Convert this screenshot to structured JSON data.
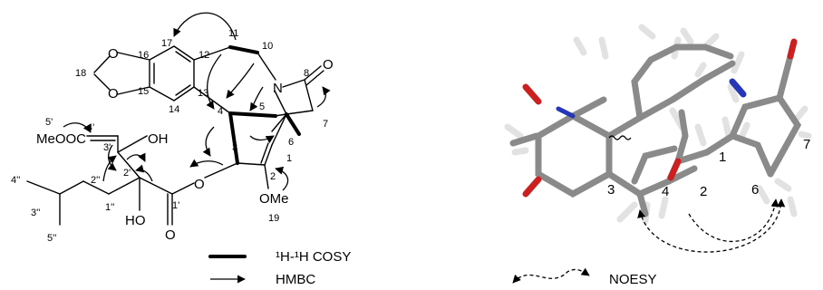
{
  "structure": {
    "atom_labels": {
      "n": "N",
      "o_carbonyl_8": "O",
      "o_dioxole_top": "O",
      "o_dioxole_bottom": "O",
      "oh_3prime": "OH",
      "ho_2prime": "HO",
      "o_ester": "O",
      "o_carbonyl_1prime": "O",
      "ome": "OMe",
      "meoocc": "MeOOC"
    },
    "numbers": {
      "n17": "17",
      "n11": "11",
      "n10": "10",
      "n8": "8",
      "n18": "18",
      "n16": "16",
      "n12": "12",
      "n15": "15",
      "n13": "13",
      "n14": "14",
      "n4": "4",
      "n5": "5",
      "n7": "7",
      "n6": "6",
      "n1": "1",
      "n3": "3",
      "n2": "2",
      "n19": "19",
      "n5p": "5'",
      "n4p": "4'",
      "n3p": "3'",
      "n2p": "2'",
      "n1p": "1'",
      "n4pp": "4''",
      "n3pp": "3''",
      "n2pp": "2''",
      "n1pp": "1''",
      "n5pp": "5''"
    }
  },
  "model3d": {
    "labels": {
      "l3": "3",
      "l4": "4",
      "l2": "2",
      "l1": "1",
      "l6": "6",
      "l7": "7"
    },
    "colors": {
      "carbon": "#8a8a8a",
      "hydrogen": "#e2e2e2",
      "oxygen": "#cc1f1f",
      "nitrogen": "#2536b8"
    }
  },
  "legend": {
    "cosy_label": "¹H-¹H COSY",
    "hmbc_label": "HMBC",
    "noesy_label": "NOESY"
  }
}
